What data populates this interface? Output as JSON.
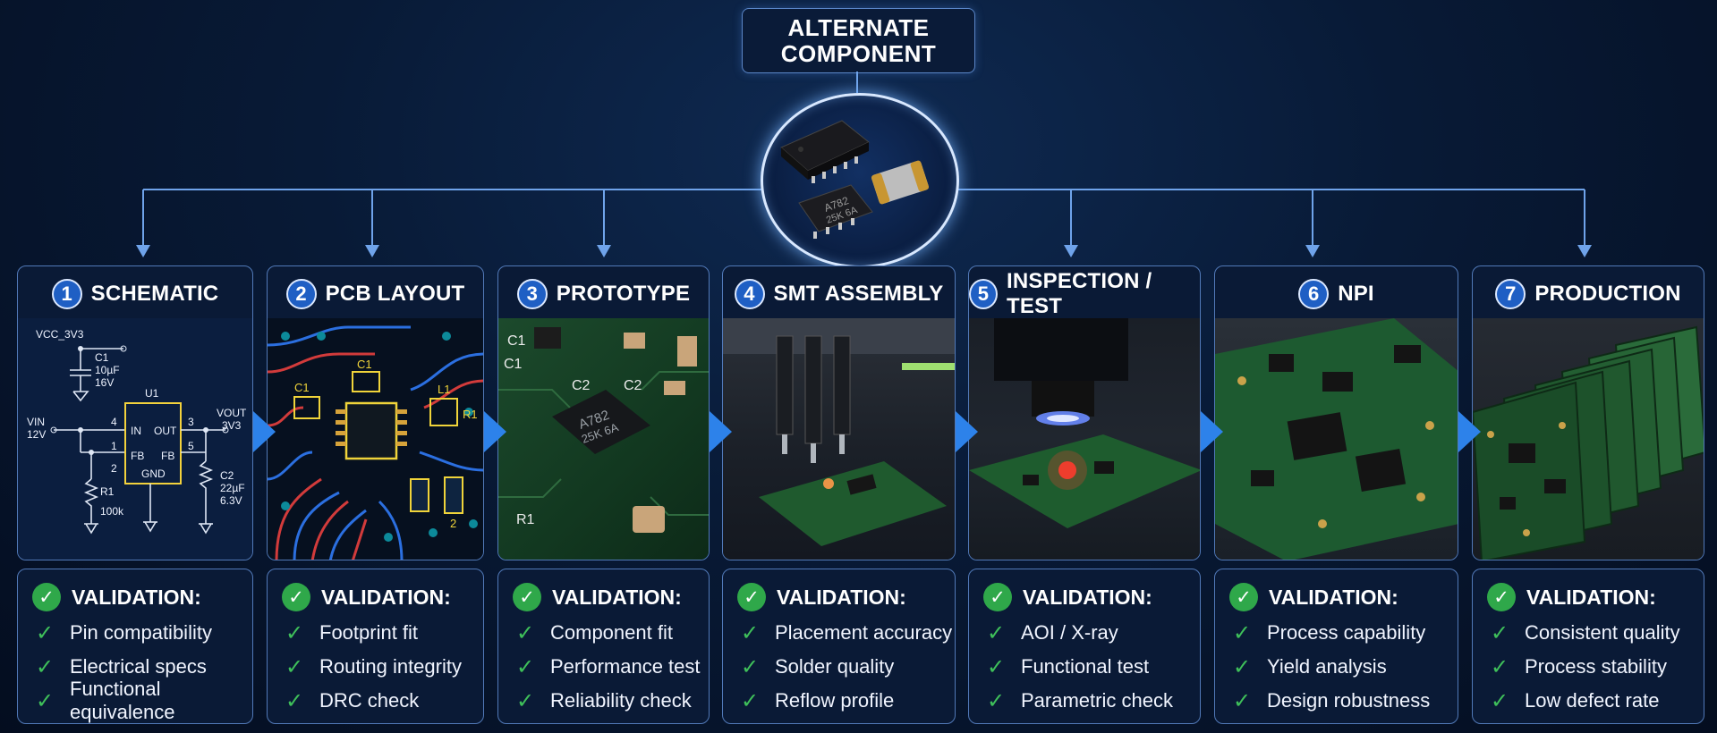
{
  "title": {
    "line1": "ALTERNATE",
    "line2": "COMPONENT"
  },
  "stages": [
    {
      "num": "1",
      "name": "SCHEMATIC"
    },
    {
      "num": "2",
      "name": "PCB LAYOUT"
    },
    {
      "num": "3",
      "name": "PROTOTYPE"
    },
    {
      "num": "4",
      "name": "SMT ASSEMBLY"
    },
    {
      "num": "5",
      "name": "INSPECTION / TEST"
    },
    {
      "num": "6",
      "name": "NPI"
    },
    {
      "num": "7",
      "name": "PRODUCTION"
    }
  ],
  "validation_label": "VALIDATION:",
  "validations": [
    [
      "Pin compatibility",
      "Electrical specs",
      "Functional equivalence"
    ],
    [
      "Footprint fit",
      "Routing integrity",
      "DRC check"
    ],
    [
      "Component fit",
      "Performance test",
      "Reliability check"
    ],
    [
      "Placement accuracy",
      "Solder quality",
      "Reflow profile"
    ],
    [
      "AOI / X-ray",
      "Functional test",
      "Parametric check"
    ],
    [
      "Process capability",
      "Yield analysis",
      "Design robustness"
    ],
    [
      "Consistent quality",
      "Process stability",
      "Low defect rate"
    ]
  ],
  "schematic": {
    "net_vcc": "VCC_3V3",
    "c1": "C1",
    "c1_val": "10µF",
    "c1_volt": "16V",
    "u1": "U1",
    "vin": "VIN",
    "vin_volt": "12V",
    "vout": "VOUT",
    "vout_volt": "3V3",
    "pin_in": "IN",
    "pin_out": "OUT",
    "pin_fb_l": "FB",
    "pin_fb_r": "FB",
    "pin_gnd": "GND",
    "p4": "4",
    "p1": "1",
    "p2": "2",
    "p3": "3",
    "p5": "5",
    "r1": "R1",
    "r1_val": "100k",
    "c2": "C2",
    "c2_val": "22µF",
    "c2_volt": "6.3V"
  },
  "pcb": {
    "c1": "C1",
    "c1b": "C1",
    "l1": "L1",
    "r1": "R1",
    "n2": "2"
  },
  "proto": {
    "c1": "C1",
    "c1b": "C1",
    "c2": "C2",
    "c2b": "C2",
    "chip1": "A782",
    "chip2": "25K 6A",
    "r1": "R1"
  },
  "hub_chip": {
    "line1": "A782",
    "line2": "25K 6A"
  },
  "colors": {
    "accent": "#2d82ea",
    "check": "#2fa84a",
    "border": "#5179b8"
  }
}
